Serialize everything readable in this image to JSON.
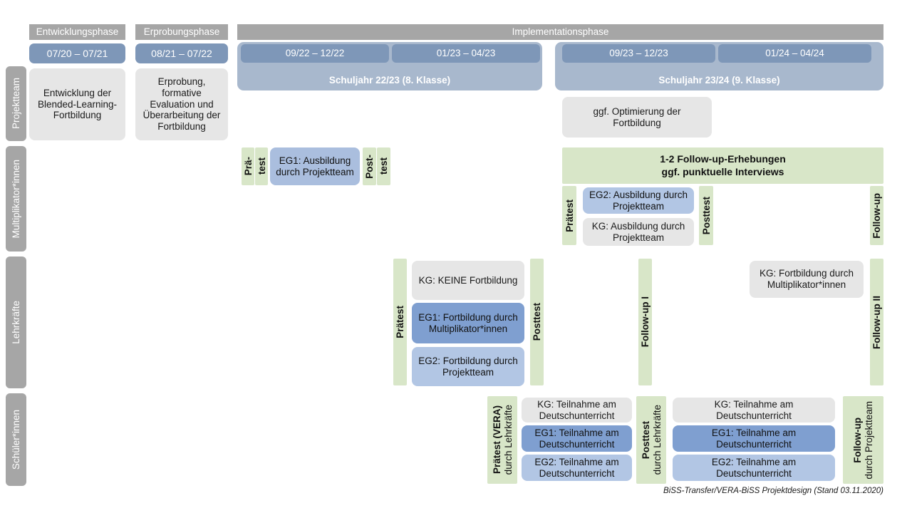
{
  "figure": {
    "footer_caption": "BiSS-Transfer/VERA-BiSS Projektdesign (Stand 03.11.2020)"
  },
  "colors": {
    "phase_header_gray": "#a6a6a6",
    "date_chip_blue": "#7e97b8",
    "schuljahr_blue": "#a8b8cd",
    "box_gray": "#e6e6e6",
    "box_eg1_blue": "#7f9fd0",
    "box_eg2_blue": "#b2c6e4",
    "green_bar": "#d8e6c8"
  },
  "phases": [
    {
      "name": "Entwicklungsphase",
      "period": "07/20 – 07/21"
    },
    {
      "name": "Erprobungsphase",
      "period": "08/21 – 07/22"
    },
    {
      "name": "Implementationsphase"
    }
  ],
  "school_years": [
    {
      "label": "Schuljahr 22/23 (8. Klasse)",
      "periods": [
        "09/22 – 12/22",
        "01/23 – 04/23"
      ]
    },
    {
      "label": "Schuljahr 23/24 (9. Klasse)",
      "periods": [
        "09/23 – 12/23",
        "01/24 – 04/24"
      ]
    }
  ],
  "rows": [
    {
      "id": "projektteam",
      "label": "Projektteam"
    },
    {
      "id": "multiplikator",
      "label": "Multiplikator*innen"
    },
    {
      "id": "lehrkraefte",
      "label": "Lehrkräfte"
    },
    {
      "id": "schueler",
      "label": "Schüler*innen"
    }
  ],
  "projektteam": {
    "entwicklung": "Entwicklung der Blended-Learning-Fortbildung",
    "erprobung": "Erprobung, formative Evaluation und Überarbeitung der Fortbildung",
    "optimierung": "ggf. Optimierung der Fortbildung"
  },
  "multiplikator": {
    "praetest_1_line1": "Prä-",
    "praetest_1_line2": "test",
    "eg1": "EG1: Ausbildung durch Projektteam",
    "posttest_1_line1": "Post-",
    "posttest_1_line2": "test",
    "followup_band": "1-2 Follow-up-Erhebungen\nggf. punktuelle Interviews",
    "followup_band_line1": "1-2 Follow-up-Erhebungen",
    "followup_band_line2": "ggf. punktuelle Interviews",
    "praetest_2": "Prätest",
    "eg2": "EG2:  Ausbildung durch Projektteam",
    "kg": "KG: Ausbildung durch Projektteam",
    "posttest_2": "Posttest",
    "followup": "Follow-up"
  },
  "lehrkraefte": {
    "praetest": "Prätest",
    "kg_keine": "KG:  KEINE Fortbildung",
    "eg1": "EG1: Fortbildung durch Multiplikator*innen",
    "eg2": "EG2: Fortbildung durch Projektteam",
    "posttest": "Posttest",
    "followup_1": "Follow-up I",
    "kg_fortbildung": "KG: Fortbildung durch Multiplikator*innen",
    "followup_2": "Follow-up II"
  },
  "schueler": {
    "praetest_bold": "Prätest (VERA)",
    "praetest_normal": "durch Lehrkräfte",
    "kg_1": "KG: Teilnahme am Deutschunterricht",
    "eg1_1": "EG1: Teilnahme am Deutschunterricht",
    "eg2_1": "EG2: Teilnahme am Deutschunterricht",
    "posttest_bold": "Posttest",
    "posttest_normal": "durch Lehrkräfte",
    "kg_2": "KG: Teilnahme am Deutschunterricht",
    "eg1_2": "EG1: Teilnahme am Deutschunterricht",
    "eg2_2": "EG2: Teilnahme am Deutschunterricht",
    "followup_bold": "Follow-up",
    "followup_normal": "durch Projektteam"
  }
}
